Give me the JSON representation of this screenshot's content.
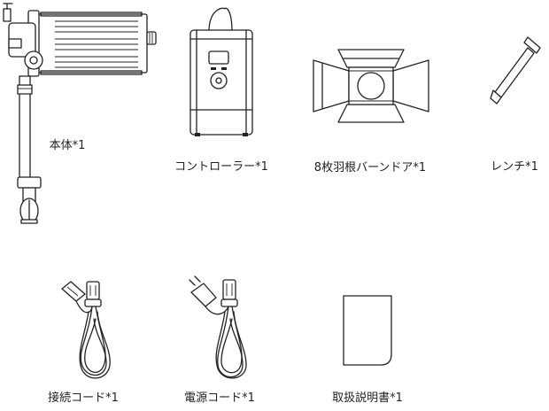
{
  "items": [
    {
      "key": "main_unit",
      "label": "本体*1"
    },
    {
      "key": "controller",
      "label": "コントローラー*1"
    },
    {
      "key": "barndoor",
      "label": "8枚羽根バーンドア*1"
    },
    {
      "key": "wrench",
      "label": "レンチ*1"
    },
    {
      "key": "connection_cable",
      "label": "接続コード*1"
    },
    {
      "key": "power_cord",
      "label": "電源コード*1"
    },
    {
      "key": "manual",
      "label": "取扱説明書*1"
    }
  ]
}
